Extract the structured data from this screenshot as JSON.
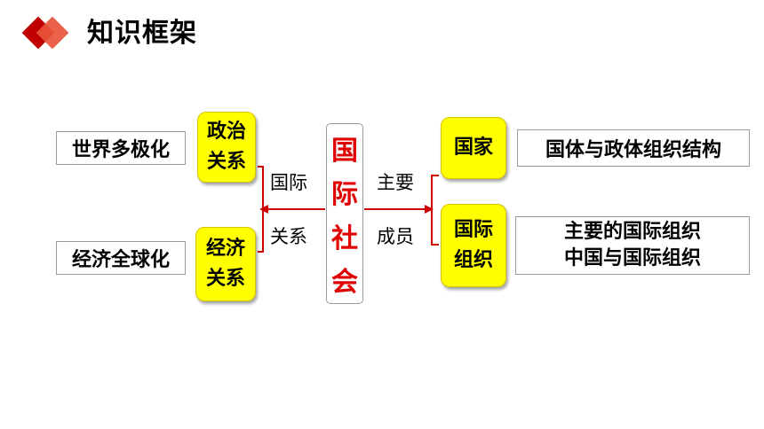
{
  "header": {
    "title": "知识框架"
  },
  "center": {
    "chars": [
      "国",
      "际",
      "社",
      "会"
    ]
  },
  "left": {
    "upper": {
      "category": [
        "政治",
        "关系"
      ],
      "trend": "世界多极化"
    },
    "lower": {
      "category": [
        "经济",
        "关系"
      ],
      "trend": "经济全球化"
    },
    "edge_label": [
      "国际",
      "关系"
    ]
  },
  "right": {
    "upper": {
      "member": [
        "国家"
      ],
      "detail": [
        "国体与政体组织结构"
      ]
    },
    "lower": {
      "member": [
        "国际",
        "组织"
      ],
      "detail": [
        "主要的国际组织",
        "中国与国际组织"
      ]
    },
    "edge_label": [
      "主要",
      "成员"
    ]
  },
  "colors": {
    "accent_red": "#e00000",
    "highlight_yellow": "#ffff00",
    "line_red": "#d00000"
  }
}
